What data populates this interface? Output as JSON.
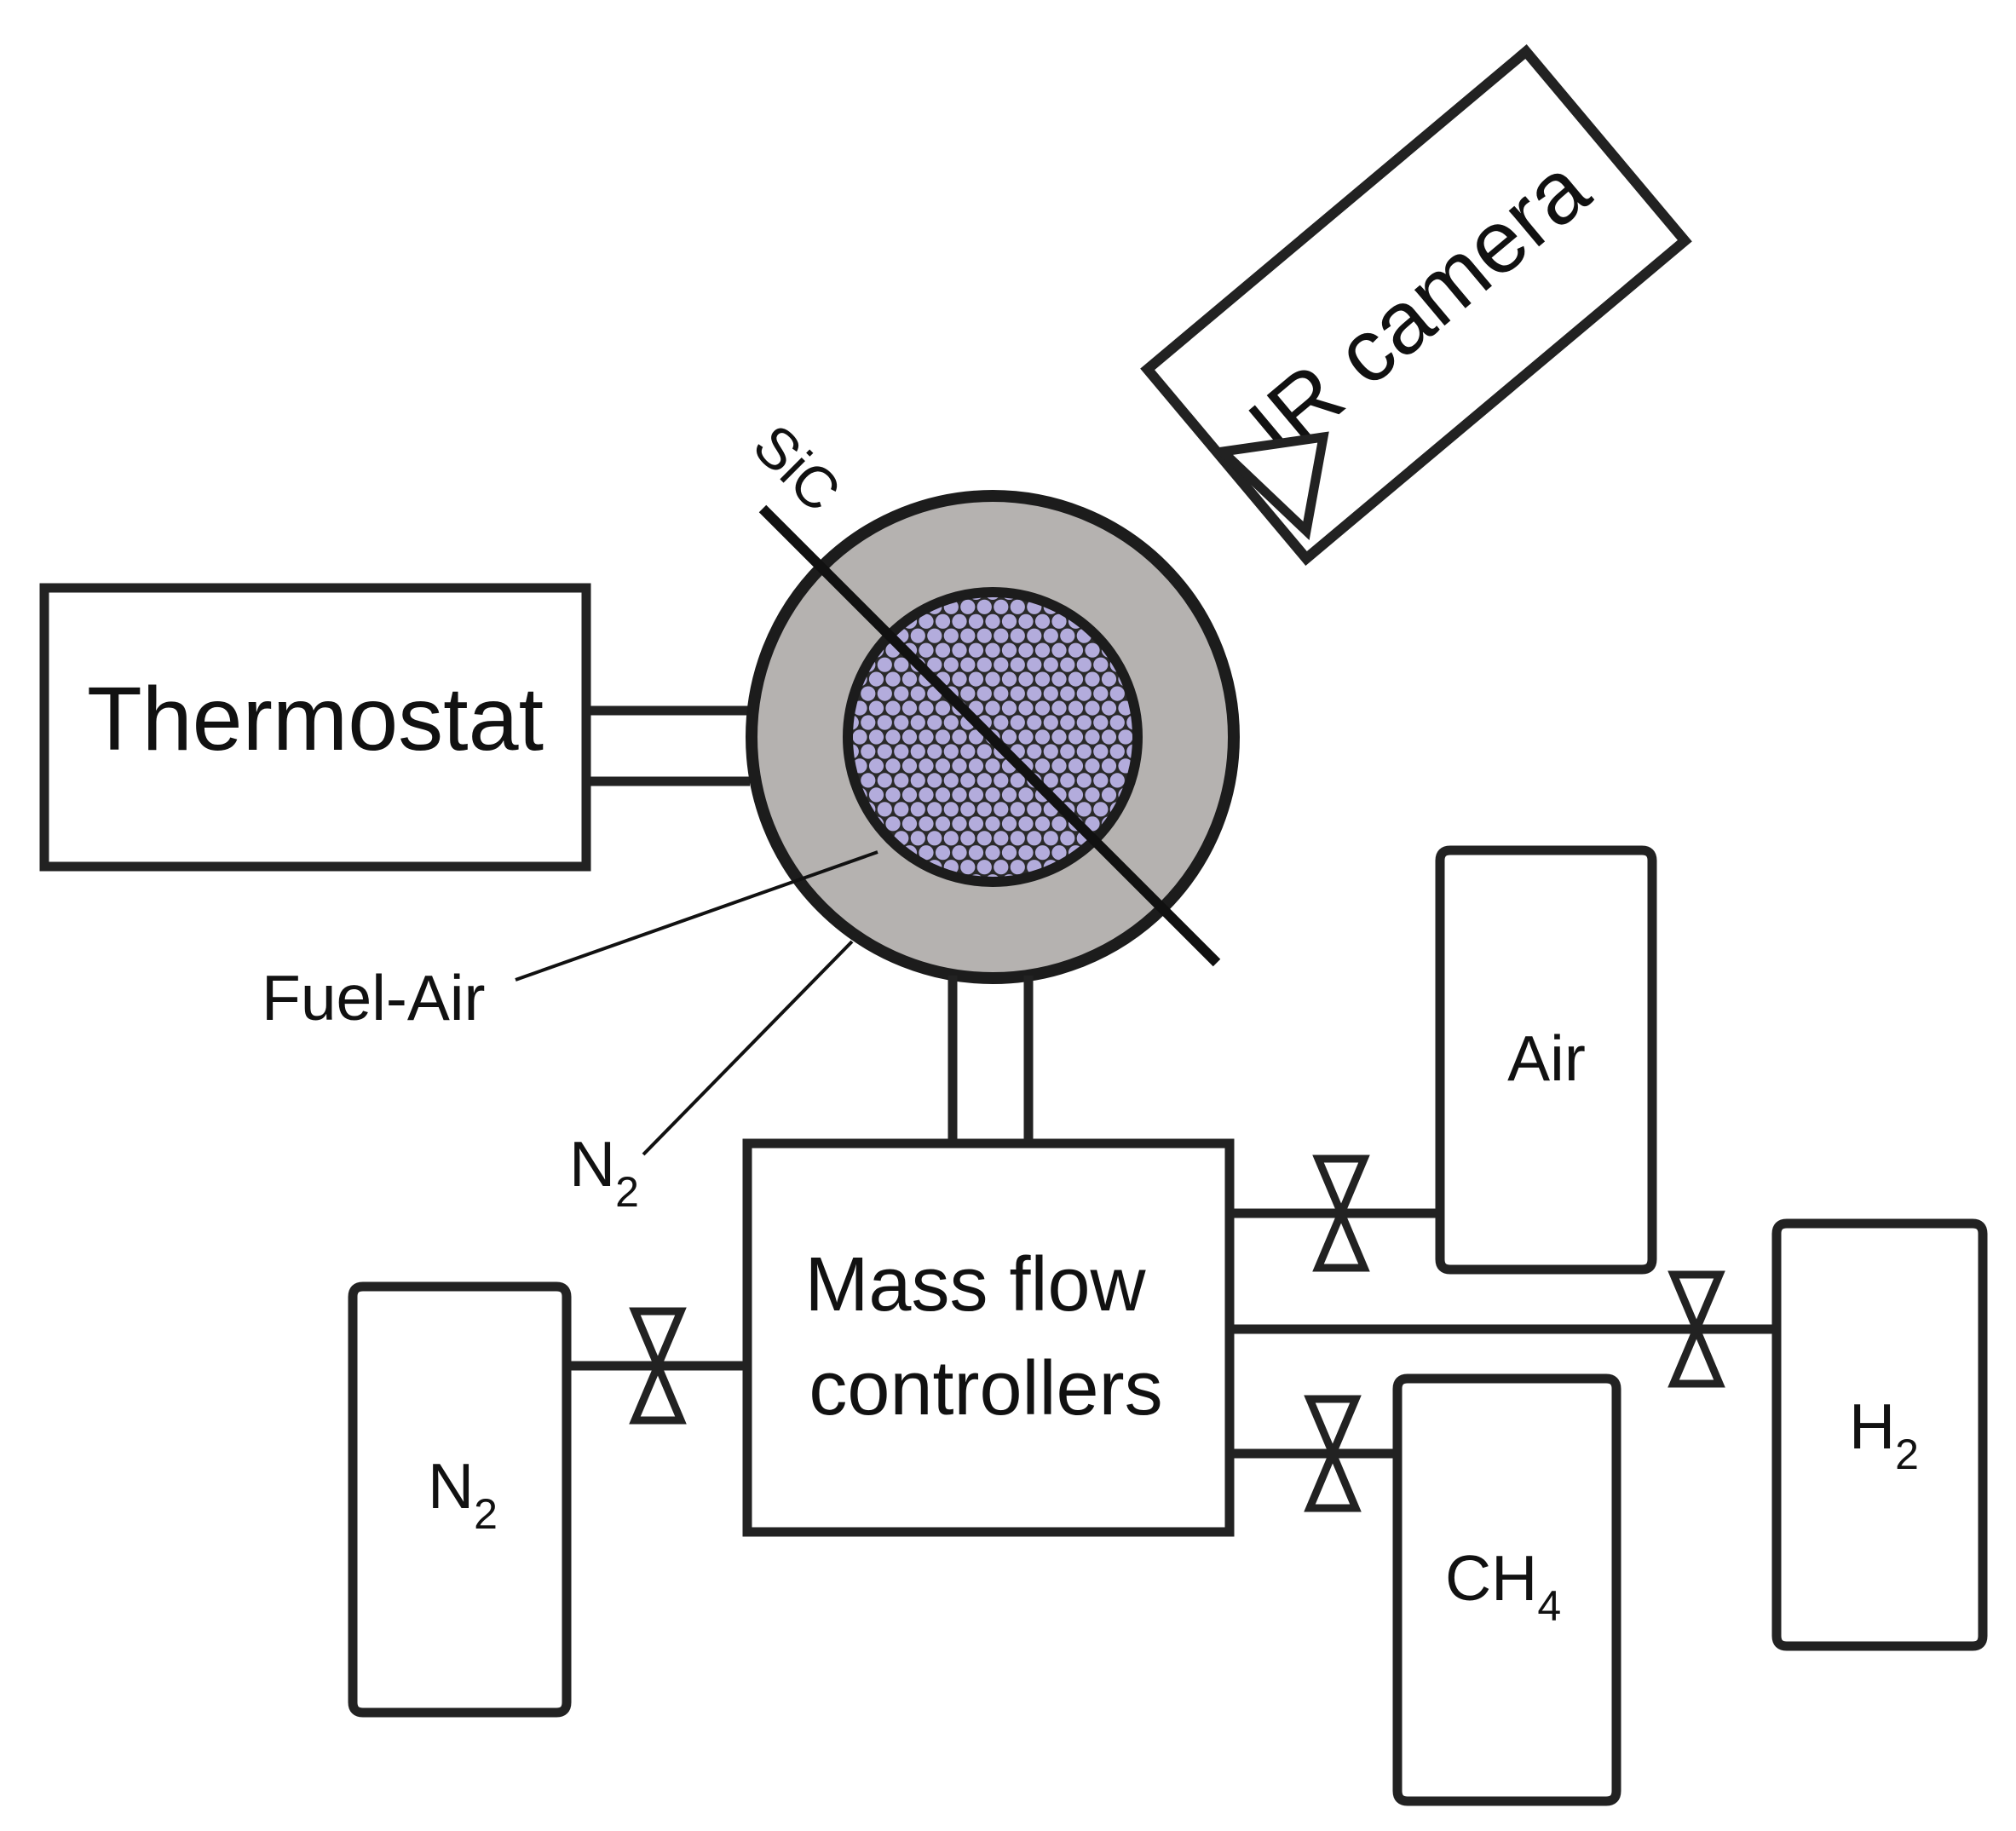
{
  "labels": {
    "thermostat": "Thermostat",
    "ir_camera": "IR camera",
    "sic": "SiC",
    "fuel_air": "Fuel-Air",
    "n2_annulus_base": "N",
    "n2_annulus_sub": "2",
    "mfc_line1": "Mass flow",
    "mfc_line2": "controllers",
    "air_tank": "Air",
    "n2_tank_base": "N",
    "n2_tank_sub": "2",
    "ch4_tank_base": "CH",
    "ch4_tank_sub": "4",
    "h2_tank_base": "H",
    "h2_tank_sub": "2"
  },
  "colors": {
    "stroke": "#222222",
    "annulus_fill": "#b5b2b0",
    "core_fill": "#2a2a2a",
    "sphere_fill": "#b3acdc",
    "background": "#ffffff"
  }
}
